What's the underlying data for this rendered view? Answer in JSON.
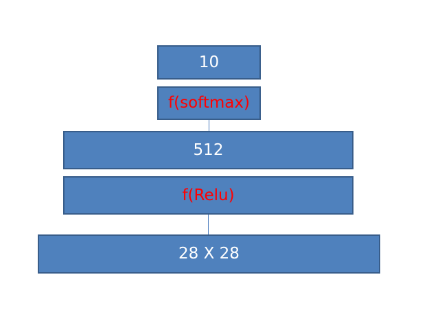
{
  "diagram": {
    "layers": [
      {
        "id": "output",
        "label": "10",
        "label_color": "#ffffff"
      },
      {
        "id": "softmax",
        "label": "f(softmax)",
        "label_color": "#ff0000"
      },
      {
        "id": "hidden",
        "label": "512",
        "label_color": "#ffffff"
      },
      {
        "id": "relu",
        "label": "f(Relu)",
        "label_color": "#ff0000"
      },
      {
        "id": "input",
        "label": "28 X 28",
        "label_color": "#ffffff"
      }
    ],
    "box_fill": "#4f81bd",
    "box_border": "#385d8a",
    "connector_color": "#4a7bbd"
  }
}
